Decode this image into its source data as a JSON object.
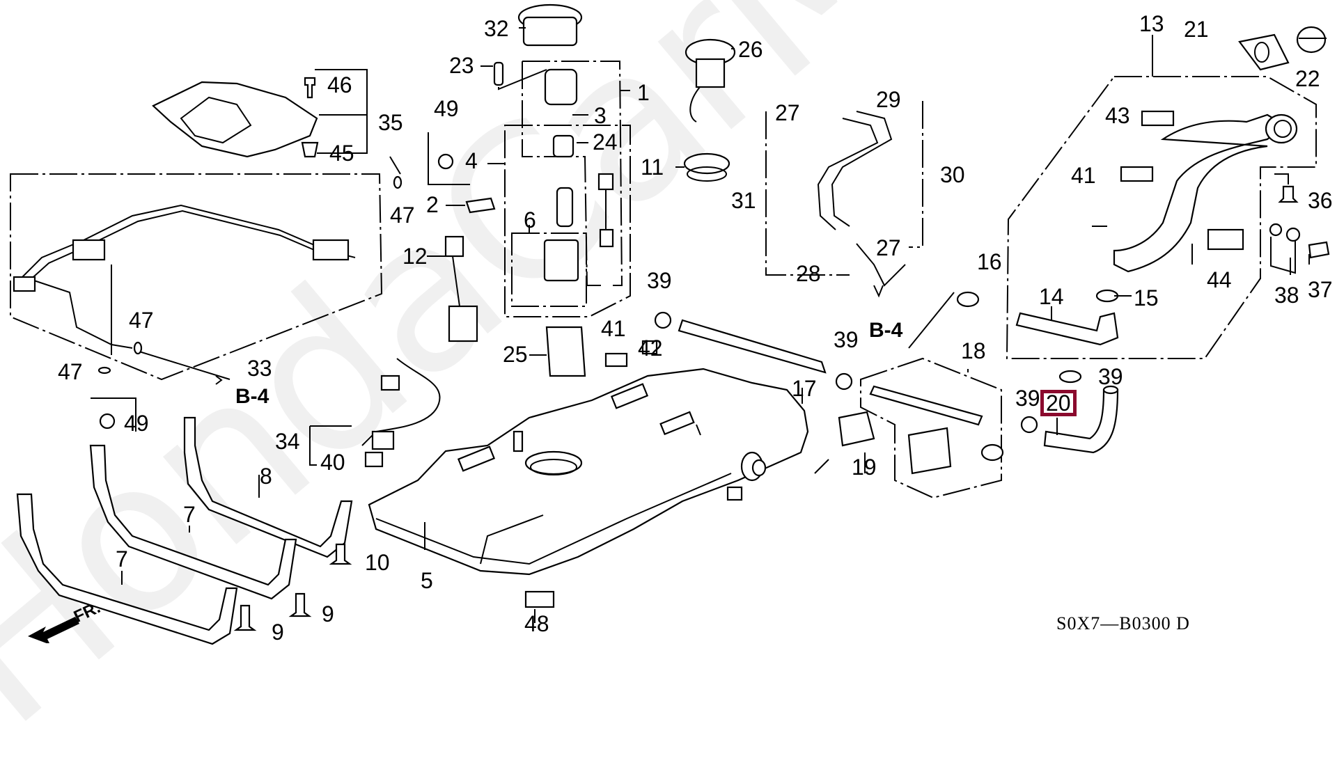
{
  "diagram": {
    "title": "Fuel tank assembly exploded parts diagram",
    "watermark": "HondaCarMine.ru",
    "diagram_code": "S0X7—B0300 D",
    "direction_label": "FR.",
    "reference_label": "B-4",
    "highlighted_part": "20",
    "highlight_color": "#8b0a2e"
  },
  "callouts": [
    {
      "id": "1",
      "label": "1"
    },
    {
      "id": "2",
      "label": "2"
    },
    {
      "id": "3",
      "label": "3"
    },
    {
      "id": "4",
      "label": "4"
    },
    {
      "id": "5",
      "label": "5"
    },
    {
      "id": "6",
      "label": "6"
    },
    {
      "id": "7a",
      "label": "7"
    },
    {
      "id": "7b",
      "label": "7"
    },
    {
      "id": "8",
      "label": "8"
    },
    {
      "id": "9a",
      "label": "9"
    },
    {
      "id": "9b",
      "label": "9"
    },
    {
      "id": "10",
      "label": "10"
    },
    {
      "id": "11",
      "label": "11"
    },
    {
      "id": "12",
      "label": "12"
    },
    {
      "id": "13",
      "label": "13"
    },
    {
      "id": "14",
      "label": "14"
    },
    {
      "id": "15",
      "label": "15"
    },
    {
      "id": "16",
      "label": "16"
    },
    {
      "id": "17",
      "label": "17"
    },
    {
      "id": "18",
      "label": "18"
    },
    {
      "id": "19",
      "label": "19"
    },
    {
      "id": "20",
      "label": "20"
    },
    {
      "id": "21",
      "label": "21"
    },
    {
      "id": "22",
      "label": "22"
    },
    {
      "id": "23",
      "label": "23"
    },
    {
      "id": "24",
      "label": "24"
    },
    {
      "id": "25",
      "label": "25"
    },
    {
      "id": "26",
      "label": "26"
    },
    {
      "id": "27a",
      "label": "27"
    },
    {
      "id": "27b",
      "label": "27"
    },
    {
      "id": "28",
      "label": "28"
    },
    {
      "id": "29",
      "label": "29"
    },
    {
      "id": "30",
      "label": "30"
    },
    {
      "id": "31",
      "label": "31"
    },
    {
      "id": "32",
      "label": "32"
    },
    {
      "id": "33",
      "label": "33"
    },
    {
      "id": "34",
      "label": "34"
    },
    {
      "id": "35",
      "label": "35"
    },
    {
      "id": "36",
      "label": "36"
    },
    {
      "id": "37",
      "label": "37"
    },
    {
      "id": "38",
      "label": "38"
    },
    {
      "id": "39a",
      "label": "39"
    },
    {
      "id": "39b",
      "label": "39"
    },
    {
      "id": "39c",
      "label": "39"
    },
    {
      "id": "39d",
      "label": "39"
    },
    {
      "id": "40",
      "label": "40"
    },
    {
      "id": "41a",
      "label": "41"
    },
    {
      "id": "41b",
      "label": "41"
    },
    {
      "id": "42",
      "label": "42"
    },
    {
      "id": "43",
      "label": "43"
    },
    {
      "id": "44",
      "label": "44"
    },
    {
      "id": "45",
      "label": "45"
    },
    {
      "id": "46",
      "label": "46"
    },
    {
      "id": "47a",
      "label": "47"
    },
    {
      "id": "47b",
      "label": "47"
    },
    {
      "id": "47c",
      "label": "47"
    },
    {
      "id": "48",
      "label": "48"
    },
    {
      "id": "49a",
      "label": "49"
    },
    {
      "id": "49b",
      "label": "49"
    }
  ],
  "refs": [
    {
      "id": "b4a",
      "label": "B-4"
    },
    {
      "id": "b4b",
      "label": "B-4"
    }
  ]
}
